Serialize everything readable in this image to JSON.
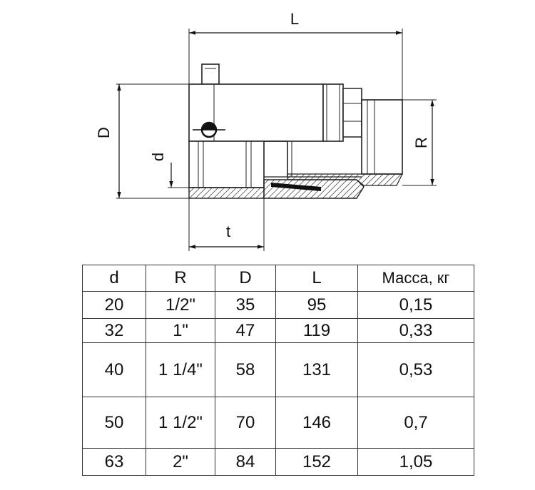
{
  "drawing": {
    "labels": {
      "L": "L",
      "D": "D",
      "d": "d",
      "R": "R",
      "t": "t"
    }
  },
  "table": {
    "headers": [
      "d",
      "R",
      "D",
      "L",
      "Масса, кг"
    ],
    "rows": [
      [
        "20",
        "1/2\"",
        "35",
        "95",
        "0,15"
      ],
      [
        "32",
        "1\"",
        "47",
        "119",
        "0,33"
      ],
      [
        "40",
        "1 1/4\"",
        "58",
        "131",
        "0,53"
      ],
      [
        "50",
        "1 1/2\"",
        "70",
        "146",
        "0,7"
      ],
      [
        "63",
        "2\"",
        "84",
        "152",
        "1,05"
      ]
    ]
  }
}
